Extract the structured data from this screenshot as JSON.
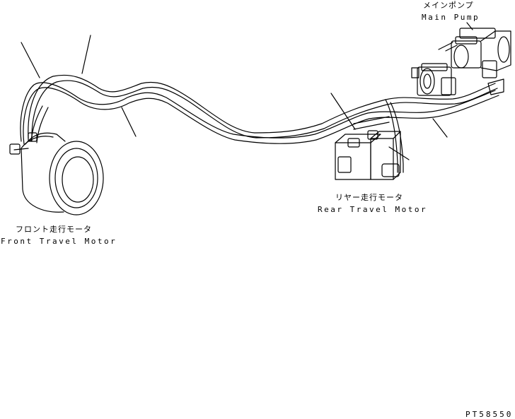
{
  "labels": {
    "main_pump_jp": "メインポンプ",
    "main_pump_en": "Main Pump",
    "rear_motor_jp": "リヤー走行モータ",
    "rear_motor_en": "Rear Travel Motor",
    "front_motor_jp": "フロント走行モータ",
    "front_motor_en": "Front Travel Motor",
    "drawing_code": "PT58550"
  },
  "colors": {
    "line": "#000000",
    "background": "#ffffff"
  }
}
